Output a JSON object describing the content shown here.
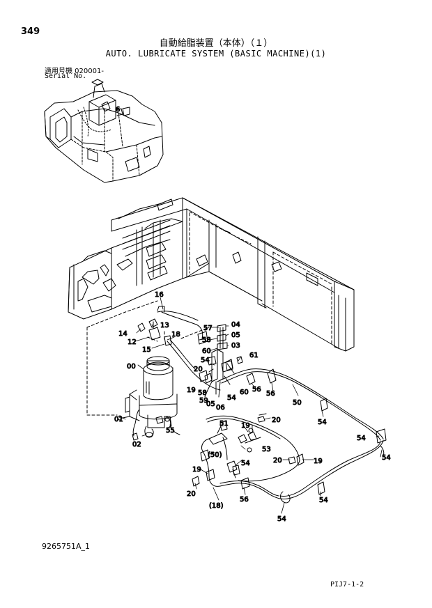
{
  "header": {
    "page_number": "349",
    "title_jp": "自動給脂装置（本体）（１）",
    "title_en": "AUTO. LUBRICATE SYSTEM (BASIC MACHINE)(1)",
    "serial_label_jp": "適用号機  020001-",
    "serial_label_en": "Serial No."
  },
  "footer": {
    "doc_number": "9265751A_1",
    "page_code": "PIJ7-1-2"
  },
  "callouts": {
    "c00": "00",
    "c01": "01",
    "c02": "02",
    "c03": "03",
    "c04": "04",
    "c05a": "05",
    "c05b": "05",
    "c06": "06",
    "c12": "12",
    "c13": "13",
    "c14": "14",
    "c15": "15",
    "c16": "16",
    "c18": "18",
    "c18p": "(18)",
    "c19a": "19",
    "c19b": "19",
    "c19c": "19",
    "c19d": "19",
    "c20a": "20",
    "c20b": "20",
    "c20c": "20",
    "c20d": "20",
    "c50": "50",
    "c50p": "(50)",
    "c51": "51",
    "c53": "53",
    "c54a": "54",
    "c54b": "54",
    "c54c": "54",
    "c54d": "54",
    "c54e": "54",
    "c54f": "54",
    "c54g": "54",
    "c55": "55",
    "c56a": "56",
    "c56b": "56",
    "c56c": "56",
    "c57": "57",
    "c58a": "58",
    "c58b": "58",
    "c59": "59",
    "c60a": "60",
    "c60b": "60",
    "c61": "61",
    "c6small": "6"
  }
}
